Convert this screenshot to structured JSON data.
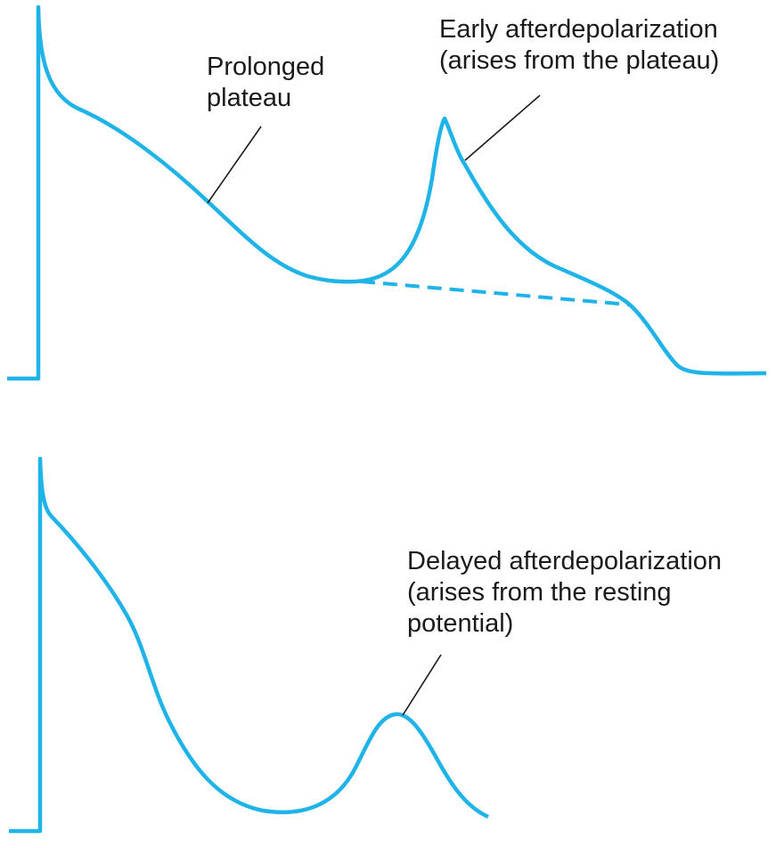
{
  "colors": {
    "trace": "#1fb3e8",
    "text": "#1a1a1a",
    "background": "#ffffff"
  },
  "top_panel": {
    "plateau_label": {
      "line1": "Prolonged",
      "line2": "plateau"
    },
    "ead_label": {
      "line1": "Early afterdepolarization",
      "line2": "(arises from the plateau)"
    }
  },
  "bottom_panel": {
    "dad_label": {
      "line1": "Delayed afterdepolarization",
      "line2": "(arises from the resting",
      "line3": "potential)"
    }
  }
}
